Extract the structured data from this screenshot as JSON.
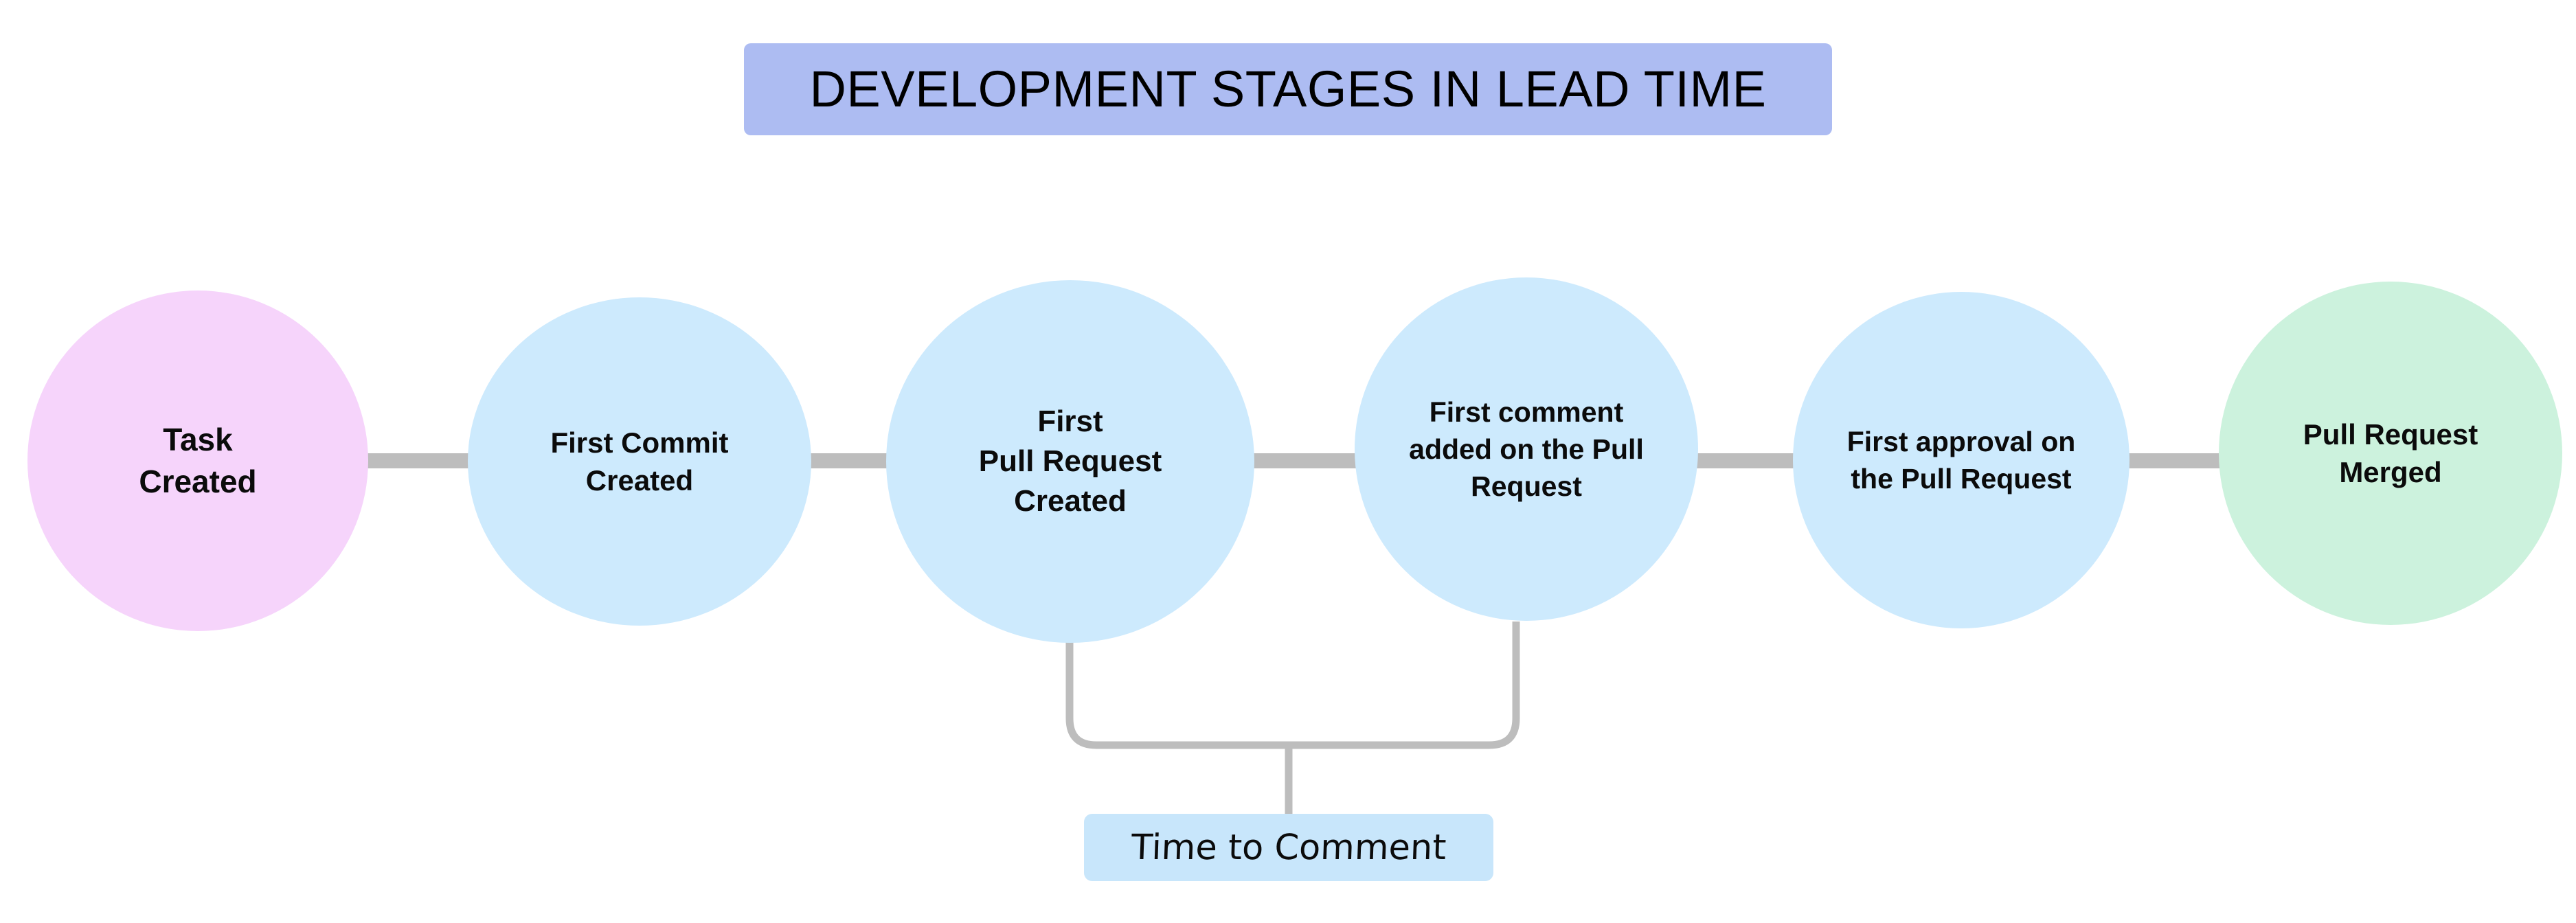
{
  "diagram": {
    "title": "DEVELOPMENT STAGES IN LEAD TIME",
    "title_bg": "#adbcf2",
    "background": "#ffffff",
    "connector_color": "#bdbdbd",
    "stages": [
      {
        "id": "task-created",
        "label": "Task\nCreated",
        "fill": "#f6d4fb"
      },
      {
        "id": "first-commit",
        "label": "First Commit\nCreated",
        "fill": "#cdeafd"
      },
      {
        "id": "first-pull-request",
        "label": "First\nPull Request\nCreated",
        "fill": "#cdeafd"
      },
      {
        "id": "first-comment",
        "label": "First comment\nadded on the Pull\nRequest",
        "fill": "#cdeafd"
      },
      {
        "id": "first-approval",
        "label": "First approval on\nthe Pull Request",
        "fill": "#cdeafd"
      },
      {
        "id": "pull-request-merged",
        "label": "Pull Request\nMerged",
        "fill": "#ccf2dd"
      }
    ],
    "measures": [
      {
        "id": "time-to-comment",
        "label": "Time to Comment",
        "fill": "#c8e6fb",
        "from_stage": "first-pull-request",
        "to_stage": "first-comment"
      }
    ]
  }
}
